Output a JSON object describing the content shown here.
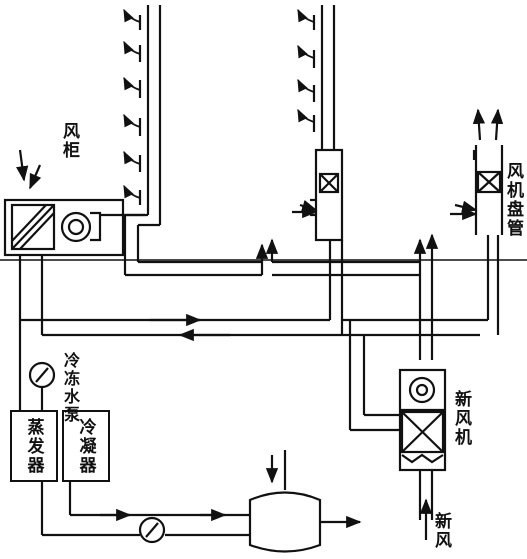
{
  "labels": {
    "fan_cabinet": "风柜",
    "fan_coil": "风机盘管",
    "chilled_pump": "冷冻水泵",
    "new_air_unit": "新风机",
    "fresh_air": "新风"
  },
  "boxes": {
    "evaporator": "蒸发器",
    "condenser": "冷凝器"
  },
  "colors": {
    "line": "#111111",
    "background": "#ffffff"
  }
}
